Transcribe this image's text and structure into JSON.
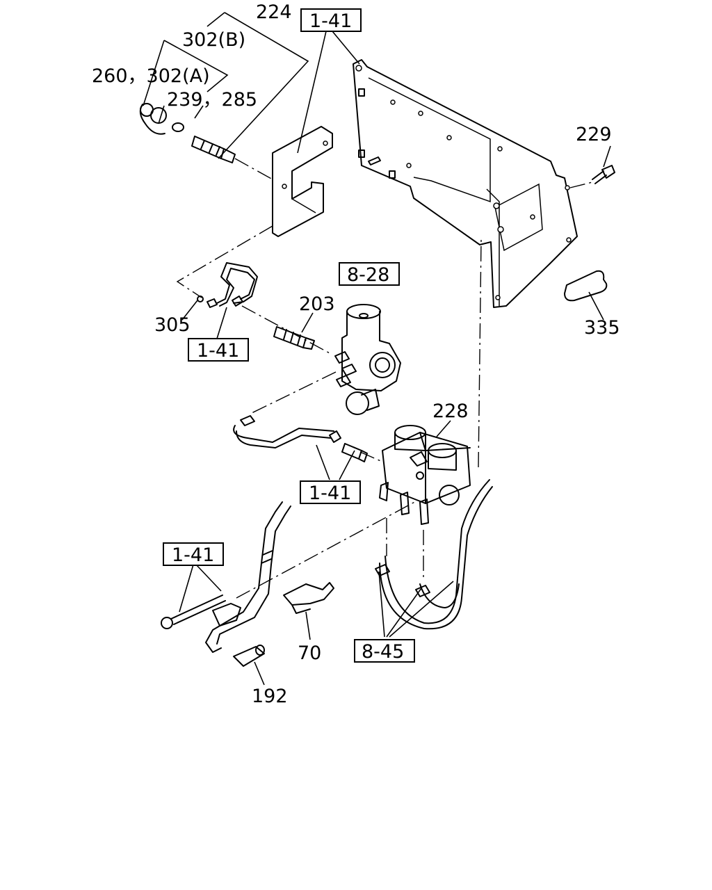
{
  "part_labels": {
    "p224": "224",
    "p302b": "302(B)",
    "p260": "260，302(A)",
    "p239": "239，285",
    "p229": "229",
    "p305": "305",
    "p203": "203",
    "p335": "335",
    "p228": "228",
    "p70": "70",
    "p192": "192"
  },
  "ref_boxes": {
    "r141_top": "1-41",
    "r828": "8-28",
    "r141_mid": "1-41",
    "r141_low": "1-41",
    "r141_left": "1-41",
    "r845": "8-45"
  }
}
